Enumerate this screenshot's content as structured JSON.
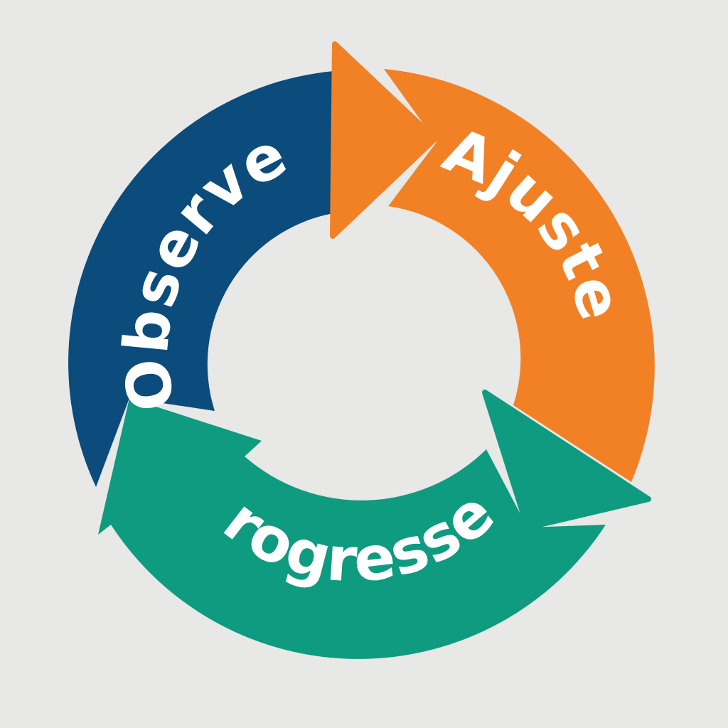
{
  "diagram": {
    "type": "cycle",
    "background_color": "#e8e8e6",
    "steps": [
      {
        "label": "Observer",
        "color": "#0c4c7c"
      },
      {
        "label": "Ajuster",
        "color": "#f28126"
      },
      {
        "label": "Progresser",
        "color": "#0e9b80"
      }
    ]
  }
}
